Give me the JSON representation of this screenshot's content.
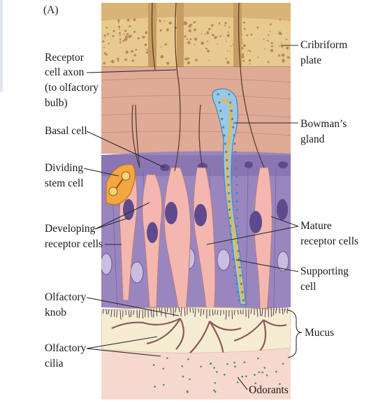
{
  "figure": {
    "panel_label": "(A)",
    "labels": {
      "cribriform_plate": [
        "Cribriform",
        "plate"
      ],
      "receptor_cell_axon": [
        "Receptor",
        "cell axon",
        "(to olfactory",
        "bulb)"
      ],
      "bowmans_gland": [
        "Bowman’s",
        "gland"
      ],
      "basal_cell": [
        "Basal cell"
      ],
      "dividing_stem_cell": [
        "Dividing",
        "stem cell"
      ],
      "developing_receptor_cells": [
        "Developing",
        "receptor cells"
      ],
      "mature_receptor_cells": [
        "Mature",
        "receptor cells"
      ],
      "supporting_cell": [
        "Supporting",
        "cell"
      ],
      "olfactory_knob": [
        "Olfactory",
        "knob"
      ],
      "mucus": [
        "Mucus"
      ],
      "olfactory_cilia": [
        "Olfactory",
        "cilia"
      ],
      "odorants": [
        "Odorants"
      ]
    }
  },
  "colors": {
    "bone": "#e8c98f",
    "bone_pore": "#b68a56",
    "lamina_propria": "#dfaa96",
    "epithelium": "#9a86bf",
    "epithelium_dark": "#7e6aa9",
    "receptor_cell": "#f3b7b0",
    "nucleus": "#5e4a8c",
    "gland_blue": "#98c8e8",
    "gland_core": "#f2d48a",
    "stem_cell": "#f4a640",
    "mucus": "#f6ecd2",
    "odorant_dots": "#3f9a4a"
  }
}
